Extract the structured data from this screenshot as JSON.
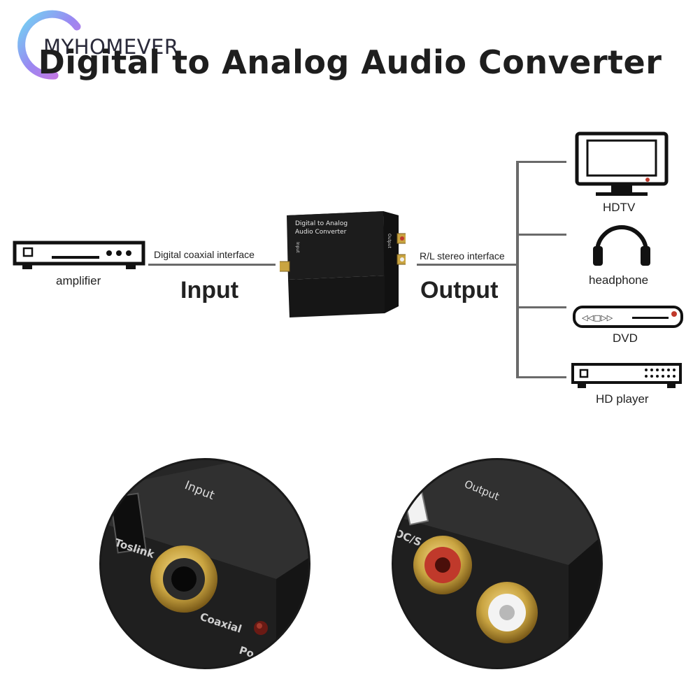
{
  "watermark": {
    "brand": "MYHOMEVER"
  },
  "title": "Digital to Analog Audio Converter",
  "source": {
    "device_label": "amplifier",
    "interface_label": "Digital coaxial interface",
    "direction_label": "Input"
  },
  "converter": {
    "face_text_line1": "Digital to Analog",
    "face_text_line2": "Audio Converter",
    "input_port_label": "Input",
    "output_port_label": "Output"
  },
  "destination": {
    "interface_label": "R/L stereo interface",
    "direction_label": "Output",
    "devices": [
      {
        "label": "HDTV",
        "icon": "tv-icon"
      },
      {
        "label": "headphone",
        "icon": "headphone-icon"
      },
      {
        "label": "DVD",
        "icon": "dvd-player-icon"
      },
      {
        "label": "HD player",
        "icon": "hd-player-icon"
      }
    ]
  },
  "closeups": {
    "input": {
      "port_label": "Input",
      "side_text_1": "Toslink",
      "side_text_2": "Coaxial",
      "side_text_3": "Po"
    },
    "output": {
      "port_label": "Output",
      "side_text": "OC/S"
    }
  },
  "colors": {
    "accent_red": "#c0392b",
    "gold": "#c9a441",
    "box_black": "#1c1c1c",
    "line_gray": "#6a6a6a"
  }
}
